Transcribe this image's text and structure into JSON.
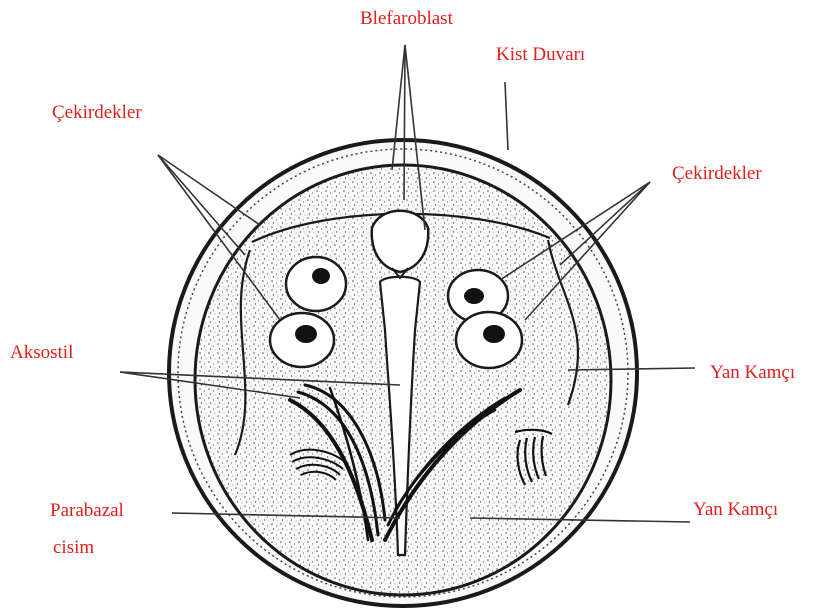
{
  "diagram": {
    "label_color": "#e0201b",
    "line_color": "#1a1a1a",
    "labels": {
      "blefaroblast": "Blefaroblast",
      "kist_duvari": "Kist Duvarı",
      "cekirdekler_left": "Çekirdekler",
      "cekirdekler_right": "Çekirdekler",
      "aksostil": "Aksostil",
      "yan_kamci_upper": "Yan Kamçı",
      "parabazal_line1": "Parabazal",
      "parabazal_line2": "cisim",
      "yan_kamci_lower": "Yan Kamçı"
    }
  }
}
